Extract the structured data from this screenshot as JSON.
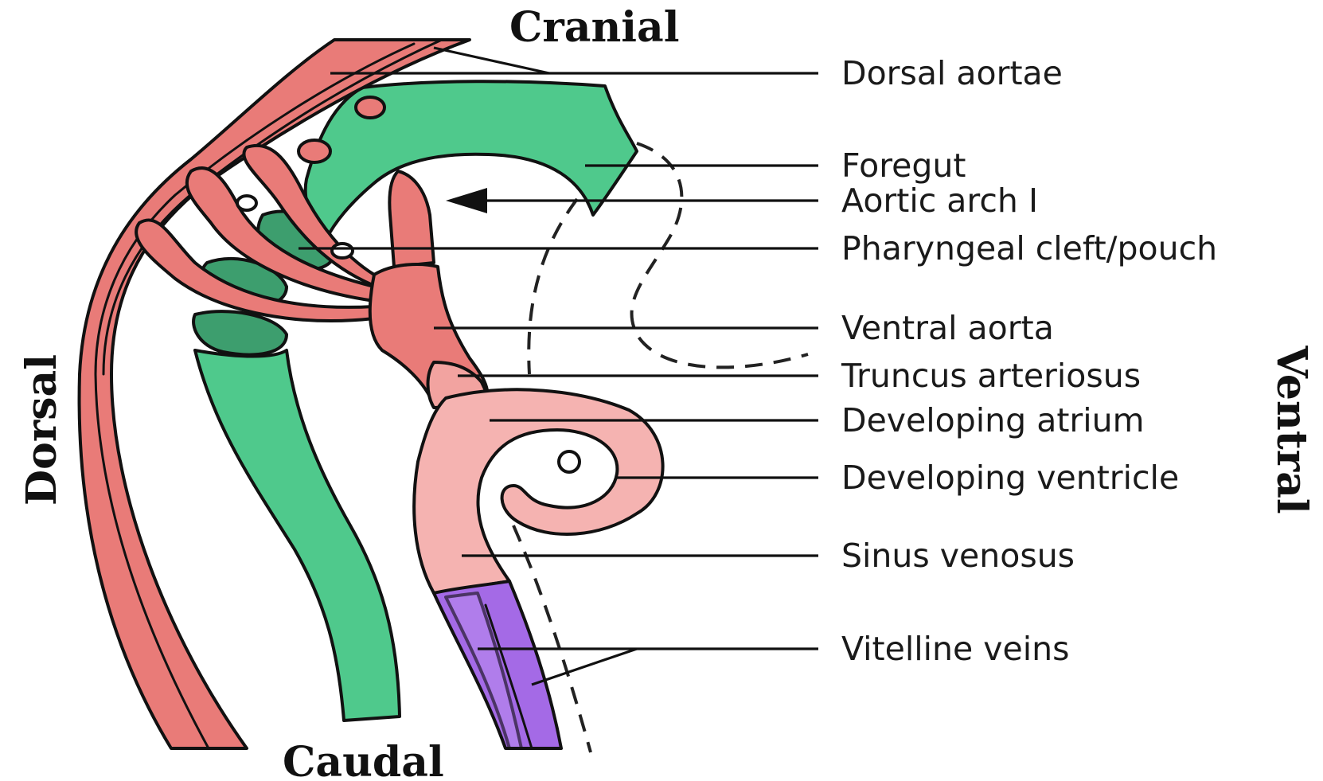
{
  "orientation": {
    "top": "Cranial",
    "bottom": "Caudal",
    "left": "Dorsal",
    "right": "Ventral"
  },
  "labels": [
    {
      "id": "dorsal-aortae",
      "text": "Dorsal aortae"
    },
    {
      "id": "foregut",
      "text": "Foregut"
    },
    {
      "id": "aortic-arch-1",
      "text": "Aortic arch I"
    },
    {
      "id": "pharyngeal-cleft-pouch",
      "text": "Pharyngeal cleft/pouch"
    },
    {
      "id": "ventral-aorta",
      "text": "Ventral aorta"
    },
    {
      "id": "truncus-arteriosus",
      "text": "Truncus arteriosus"
    },
    {
      "id": "developing-atrium",
      "text": "Developing atrium"
    },
    {
      "id": "developing-ventricle",
      "text": "Developing ventricle"
    },
    {
      "id": "sinus-venosus",
      "text": "Sinus venosus"
    },
    {
      "id": "vitelline-veins",
      "text": "Vitelline veins"
    }
  ],
  "colors": {
    "artery": "#e97b78",
    "artery_light": "#f2a3a0",
    "heart": "#f5b3b1",
    "gut": "#4fc98c",
    "gut_dark": "#3d9e6e",
    "vein": "#a46ae6",
    "line": "#111111"
  }
}
